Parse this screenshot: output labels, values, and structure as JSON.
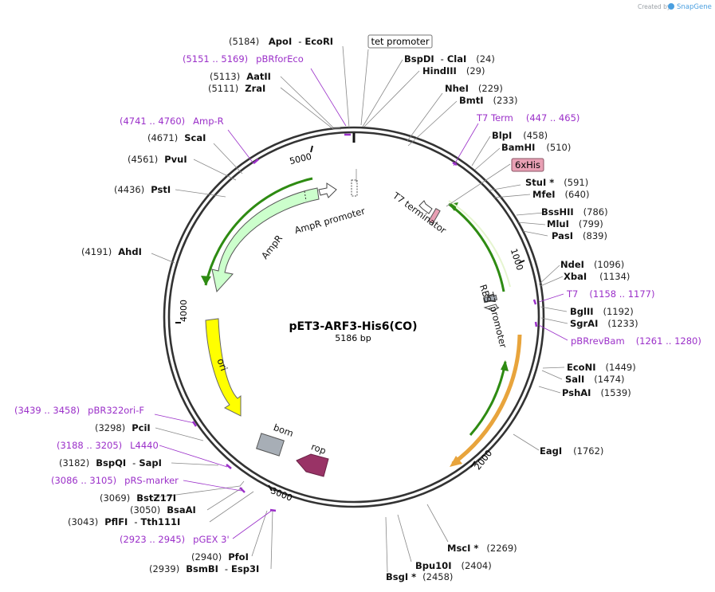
{
  "plasmid": {
    "name": "pET3-ARF3-His6(CO)",
    "length_label": "5186 bp"
  },
  "credit": {
    "prefix": "Created by",
    "brand": "SnapGene"
  },
  "ticks": [
    {
      "label": "5000"
    },
    {
      "label": "1000"
    },
    {
      "label": "2000"
    },
    {
      "label": "3000"
    },
    {
      "label": "4000"
    }
  ],
  "feature_labels": [
    {
      "text": "AmpR promoter"
    },
    {
      "text": "AmpR"
    },
    {
      "text": "T7 terminator"
    },
    {
      "text": "RBS"
    },
    {
      "text": "T7 promoter"
    },
    {
      "text": "ori"
    },
    {
      "text": "bom"
    },
    {
      "text": "rop"
    }
  ],
  "boxed_labels": [
    {
      "text": "tet promoter",
      "style": "plain"
    },
    {
      "text": "6xHis",
      "style": "pink"
    }
  ],
  "sites": [
    {
      "pos": "(5184)",
      "name": "ApoI",
      "sep": "-",
      "name2": "EcoRI"
    },
    {
      "pos": "(5113)",
      "name": "AatII"
    },
    {
      "pos": "(5111)",
      "name": "ZraI"
    },
    {
      "pos": "(4671)",
      "name": "ScaI"
    },
    {
      "pos": "(4561)",
      "name": "PvuI"
    },
    {
      "pos": "(4436)",
      "name": "PstI"
    },
    {
      "pos": "(4191)",
      "name": "AhdI"
    },
    {
      "pos": "(3298)",
      "name": "PciI"
    },
    {
      "pos": "(3182)",
      "name": "BspQI",
      "sep": "-",
      "name2": "SapI"
    },
    {
      "pos": "(3069)",
      "name": "BstZ17I"
    },
    {
      "pos": "(3050)",
      "name": "BsaAI"
    },
    {
      "pos": "(3043)",
      "name": "PflFI",
      "sep": "-",
      "name2": "Tth111I"
    },
    {
      "pos": "(2940)",
      "name": "PfoI"
    },
    {
      "pos": "(2939)",
      "name": "BsmBI",
      "sep": "-",
      "name2": "Esp3I"
    },
    {
      "name": "BspDI",
      "sep": "-",
      "name2": "ClaI",
      "pos": "(24)"
    },
    {
      "name": "HindIII",
      "pos": "(29)"
    },
    {
      "name": "NheI",
      "pos": "(229)"
    },
    {
      "name": "BmtI",
      "pos": "(233)"
    },
    {
      "name": "BlpI",
      "pos": "(458)"
    },
    {
      "name": "BamHI",
      "pos": "(510)"
    },
    {
      "name": "StuI *",
      "pos": "(591)"
    },
    {
      "name": "MfeI",
      "pos": "(640)"
    },
    {
      "name": "BssHII",
      "pos": "(786)"
    },
    {
      "name": "MluI",
      "pos": "(799)"
    },
    {
      "name": "PasI",
      "pos": "(839)"
    },
    {
      "name": "NdeI",
      "pos": "(1096)"
    },
    {
      "name": "XbaI",
      "pos": "(1134)"
    },
    {
      "name": "BglII",
      "pos": "(1192)"
    },
    {
      "name": "SgrAI",
      "pos": "(1233)"
    },
    {
      "name": "EcoNI",
      "pos": "(1449)"
    },
    {
      "name": "SalI",
      "pos": "(1474)"
    },
    {
      "name": "PshAI",
      "pos": "(1539)"
    },
    {
      "name": "EagI",
      "pos": "(1762)"
    },
    {
      "name": "MscI *",
      "pos": "(2269)"
    },
    {
      "name": "Bpu10I",
      "pos": "(2404)"
    },
    {
      "name": "BsgI *",
      "pos": "(2458)"
    }
  ],
  "primers": [
    {
      "range": "(5151 .. 5169)",
      "name": "pBRforEco"
    },
    {
      "range": "(4741 .. 4760)",
      "name": "Amp-R"
    },
    {
      "range": "(3439 .. 3458)",
      "name": "pBR322ori-F"
    },
    {
      "range": "(3188 .. 3205)",
      "name": "L4440"
    },
    {
      "range": "(3086 .. 3105)",
      "name": "pRS-marker"
    },
    {
      "range": "(2923 .. 2945)",
      "name": "pGEX 3'"
    },
    {
      "name": "T7 Term",
      "range": "(447 .. 465)"
    },
    {
      "name": "T7",
      "range": "(1158 .. 1177)"
    },
    {
      "name": "pBRrevBam",
      "range": "(1261 .. 1280)"
    }
  ],
  "colors": {
    "backbone": "#333333",
    "primer": "#9b30c9",
    "amp_fill": "#ccffcc",
    "ori_fill": "#ffff00",
    "rop_fill": "#993366",
    "bom_fill": "#a7aeb6",
    "green_arc": "#2e8b12",
    "orange_arc": "#e8a43c",
    "his_fill": "#e8a0b4"
  }
}
